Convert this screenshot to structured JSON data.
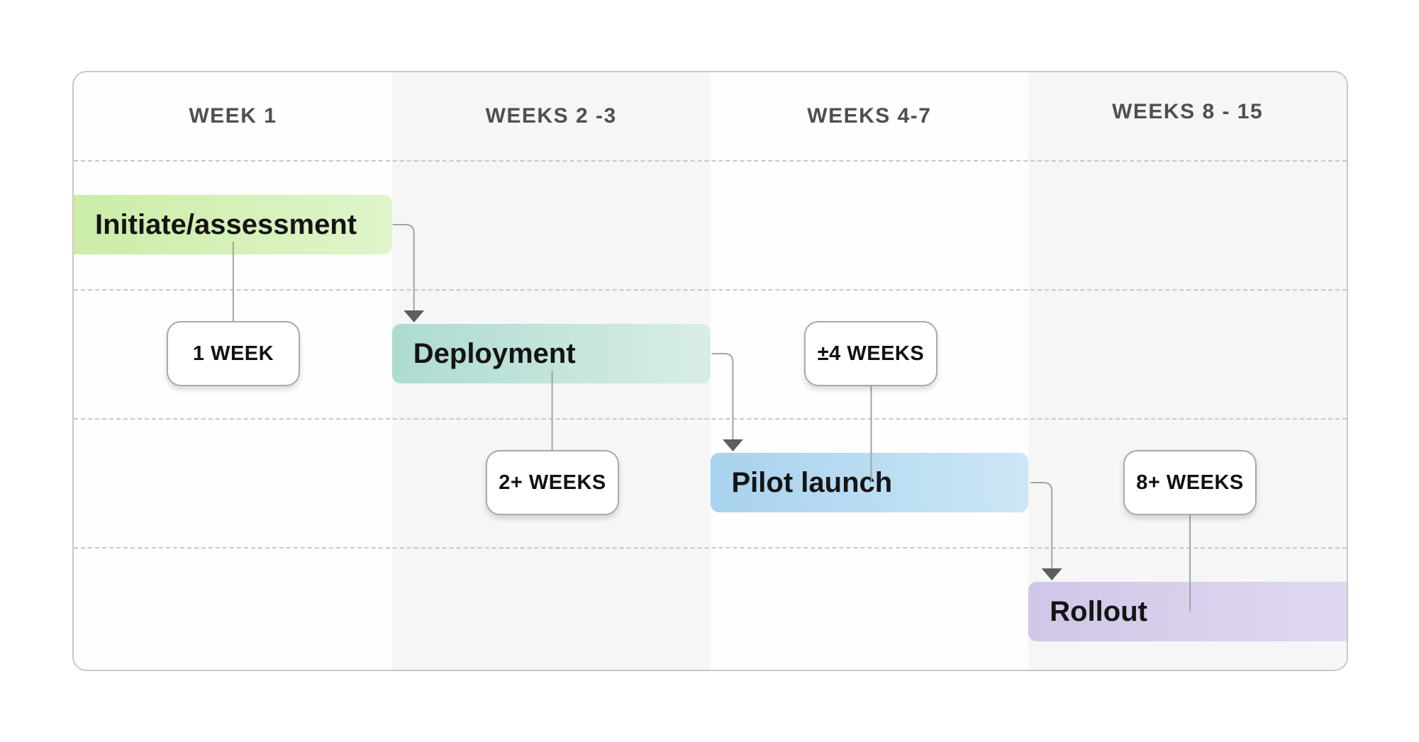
{
  "timeline": {
    "columns": [
      {
        "label": "WEEK 1",
        "shaded": false
      },
      {
        "label": "WEEKS 2 -3",
        "shaded": true
      },
      {
        "label": "WEEKS 4-7",
        "shaded": false
      },
      {
        "label": "WEEKS 8 - 15",
        "shaded": true
      }
    ],
    "tasks": [
      {
        "name": "Initiate/assessment",
        "duration_label": "1 WEEK",
        "column": "WEEK 1",
        "duration_label_position": "below-bar",
        "bar_color_start": "#cbeda7",
        "bar_color_end": "#dff5ca"
      },
      {
        "name": "Deployment",
        "duration_label": "2+ WEEKS",
        "column": "WEEKS 2 -3",
        "duration_label_position": "below-bar",
        "bar_color_start": "#addbd0",
        "bar_color_end": "#d9ede7"
      },
      {
        "name": "Pilot launch",
        "duration_label": "±4 WEEKS",
        "column": "WEEKS 4-7",
        "duration_label_position": "above-bar",
        "bar_color_start": "#a8d2ee",
        "bar_color_end": "#cce6f6"
      },
      {
        "name": "Rollout",
        "duration_label": "8+ WEEKS",
        "column": "WEEKS 8 - 15",
        "duration_label_position": "above-bar",
        "bar_color_start": "#d0c6e8",
        "bar_color_end": "#e0d9f1"
      }
    ],
    "colors": {
      "shaded_column_bg": "#f6f6f7",
      "frame_border": "#c8c8c8",
      "dashed_divider": "#c8c8c8",
      "header_text": "#4f4f4f",
      "connector_line": "#a3a3a3",
      "arrowhead": "#5d5d5d",
      "task_text": "#141414",
      "badge_border": "#a9a9a9"
    }
  }
}
